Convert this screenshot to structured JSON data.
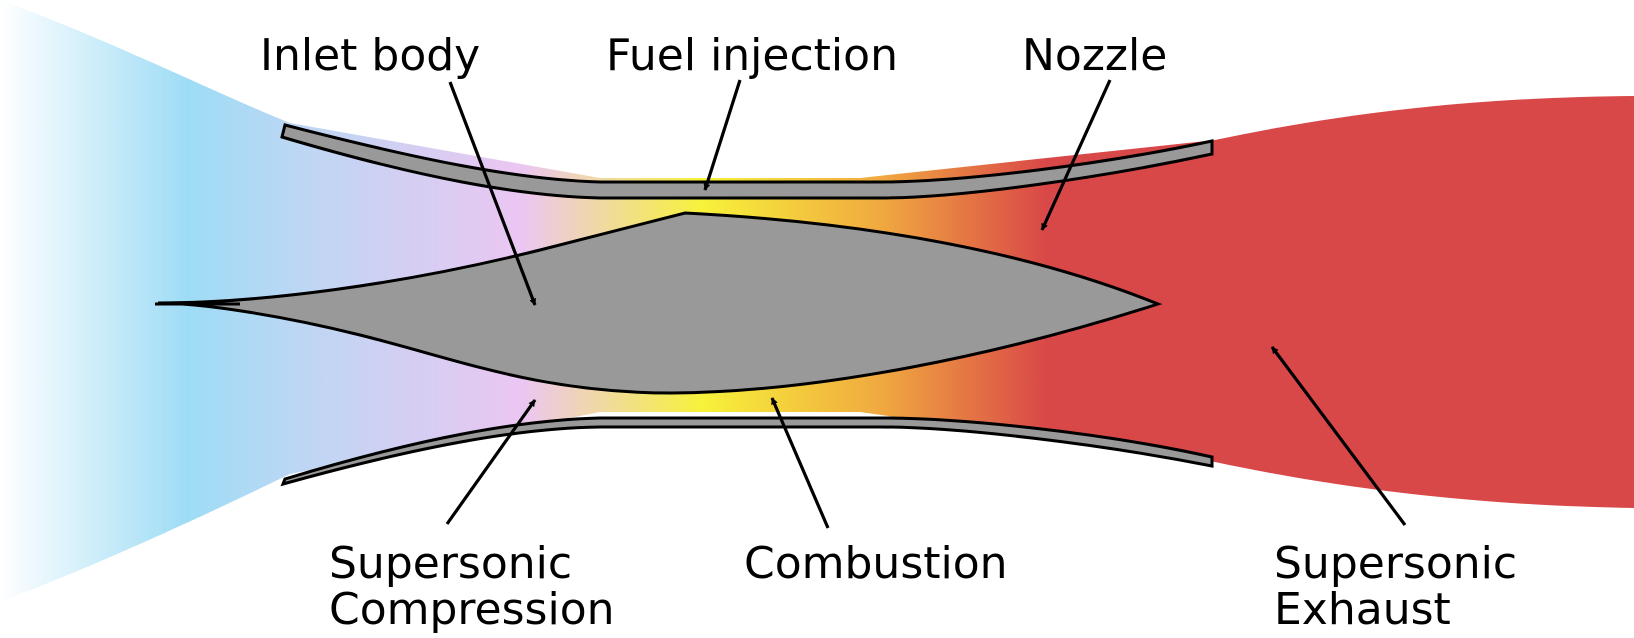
{
  "labels": {
    "inlet_body": "Inlet body",
    "fuel_injection": "Fuel injection",
    "nozzle": "Nozzle",
    "supersonic_compression_line1": "Supersonic",
    "supersonic_compression_line2": "Compression",
    "combustion": "Combustion",
    "supersonic_exhaust_line1": "Supersonic",
    "supersonic_exhaust_line2": "Exhaust"
  },
  "colors": {
    "intake_air": "#9edcf5",
    "compression": "#ebc6f2",
    "combustion": "#f7f23a",
    "exhaust": "#d94848",
    "body": "#999999",
    "outline": "#000000"
  }
}
